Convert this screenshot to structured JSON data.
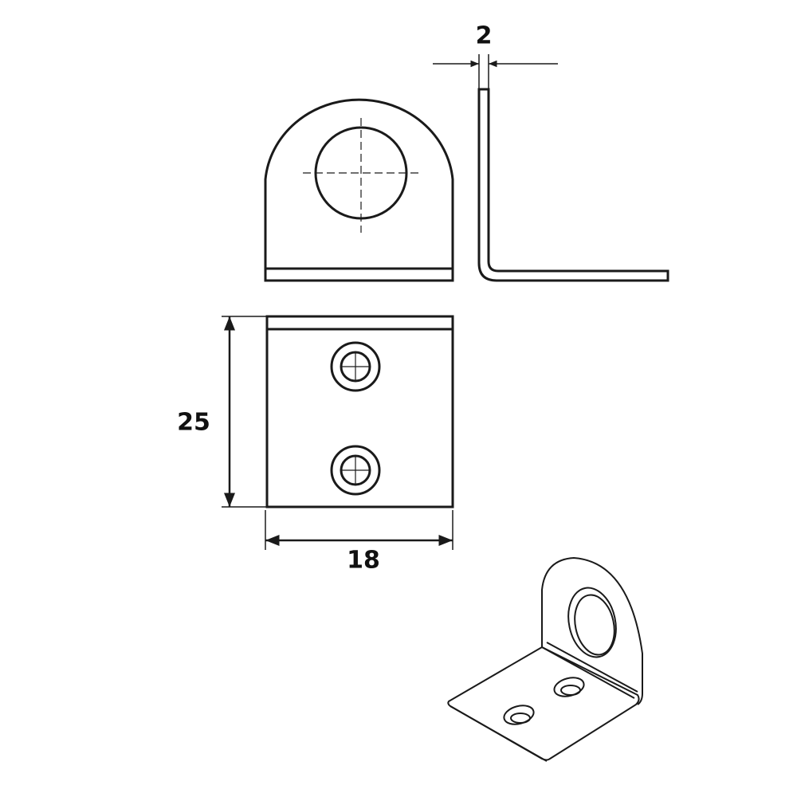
{
  "dimensions": {
    "thickness": "2",
    "height": "25",
    "width": "18"
  },
  "colors": {
    "line": "#1a1a1a",
    "background": "#ffffff"
  }
}
